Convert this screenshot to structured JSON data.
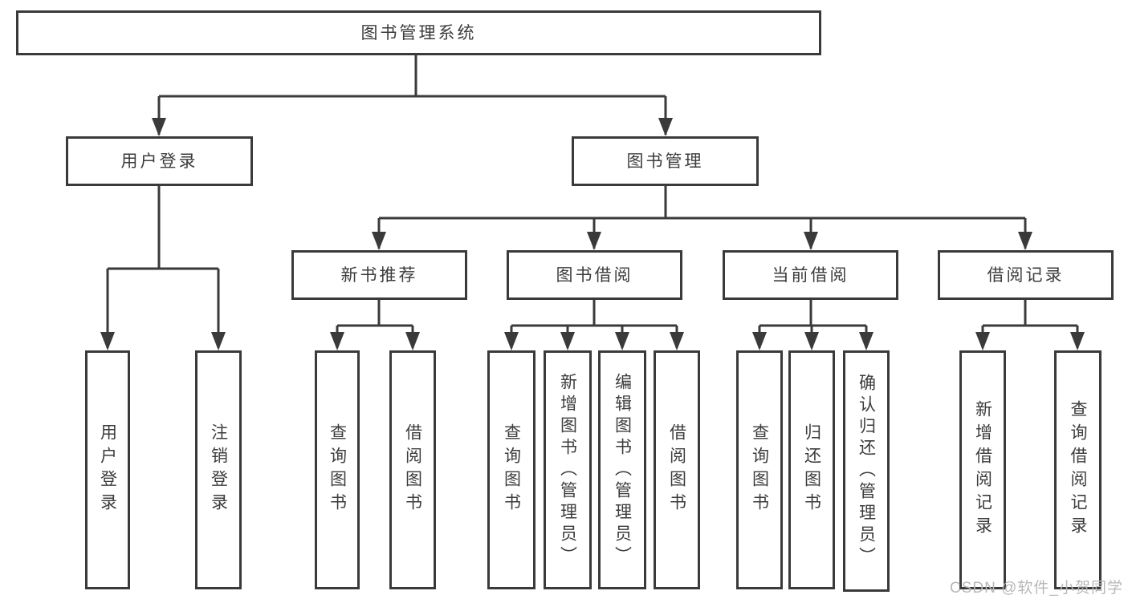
{
  "tree": {
    "label": "图书管理系统",
    "children": [
      {
        "label": "用户登录",
        "children": [
          {
            "label": "用户登录"
          },
          {
            "label": "注销登录"
          }
        ]
      },
      {
        "label": "图书管理",
        "children": [
          {
            "label": "新书推荐",
            "children": [
              {
                "label": "查询图书"
              },
              {
                "label": "借阅图书"
              }
            ]
          },
          {
            "label": "图书借阅",
            "children": [
              {
                "label": "查询图书"
              },
              {
                "label": "新增图书（管理员）"
              },
              {
                "label": "编辑图书（管理员）"
              },
              {
                "label": "借阅图书"
              }
            ]
          },
          {
            "label": "当前借阅",
            "children": [
              {
                "label": "查询图书"
              },
              {
                "label": "归还图书"
              },
              {
                "label": "确认归还（管理员）"
              }
            ]
          },
          {
            "label": "借阅记录",
            "children": [
              {
                "label": "新增借阅记录"
              },
              {
                "label": "查询借阅记录"
              }
            ]
          }
        ]
      }
    ]
  },
  "watermark": "CSDN @软件_小贺同学",
  "colors": {
    "line": "#3a3a3a",
    "text": "#3c3c3c",
    "box_background": "#ffffff",
    "watermark": "#b8b8b8"
  }
}
